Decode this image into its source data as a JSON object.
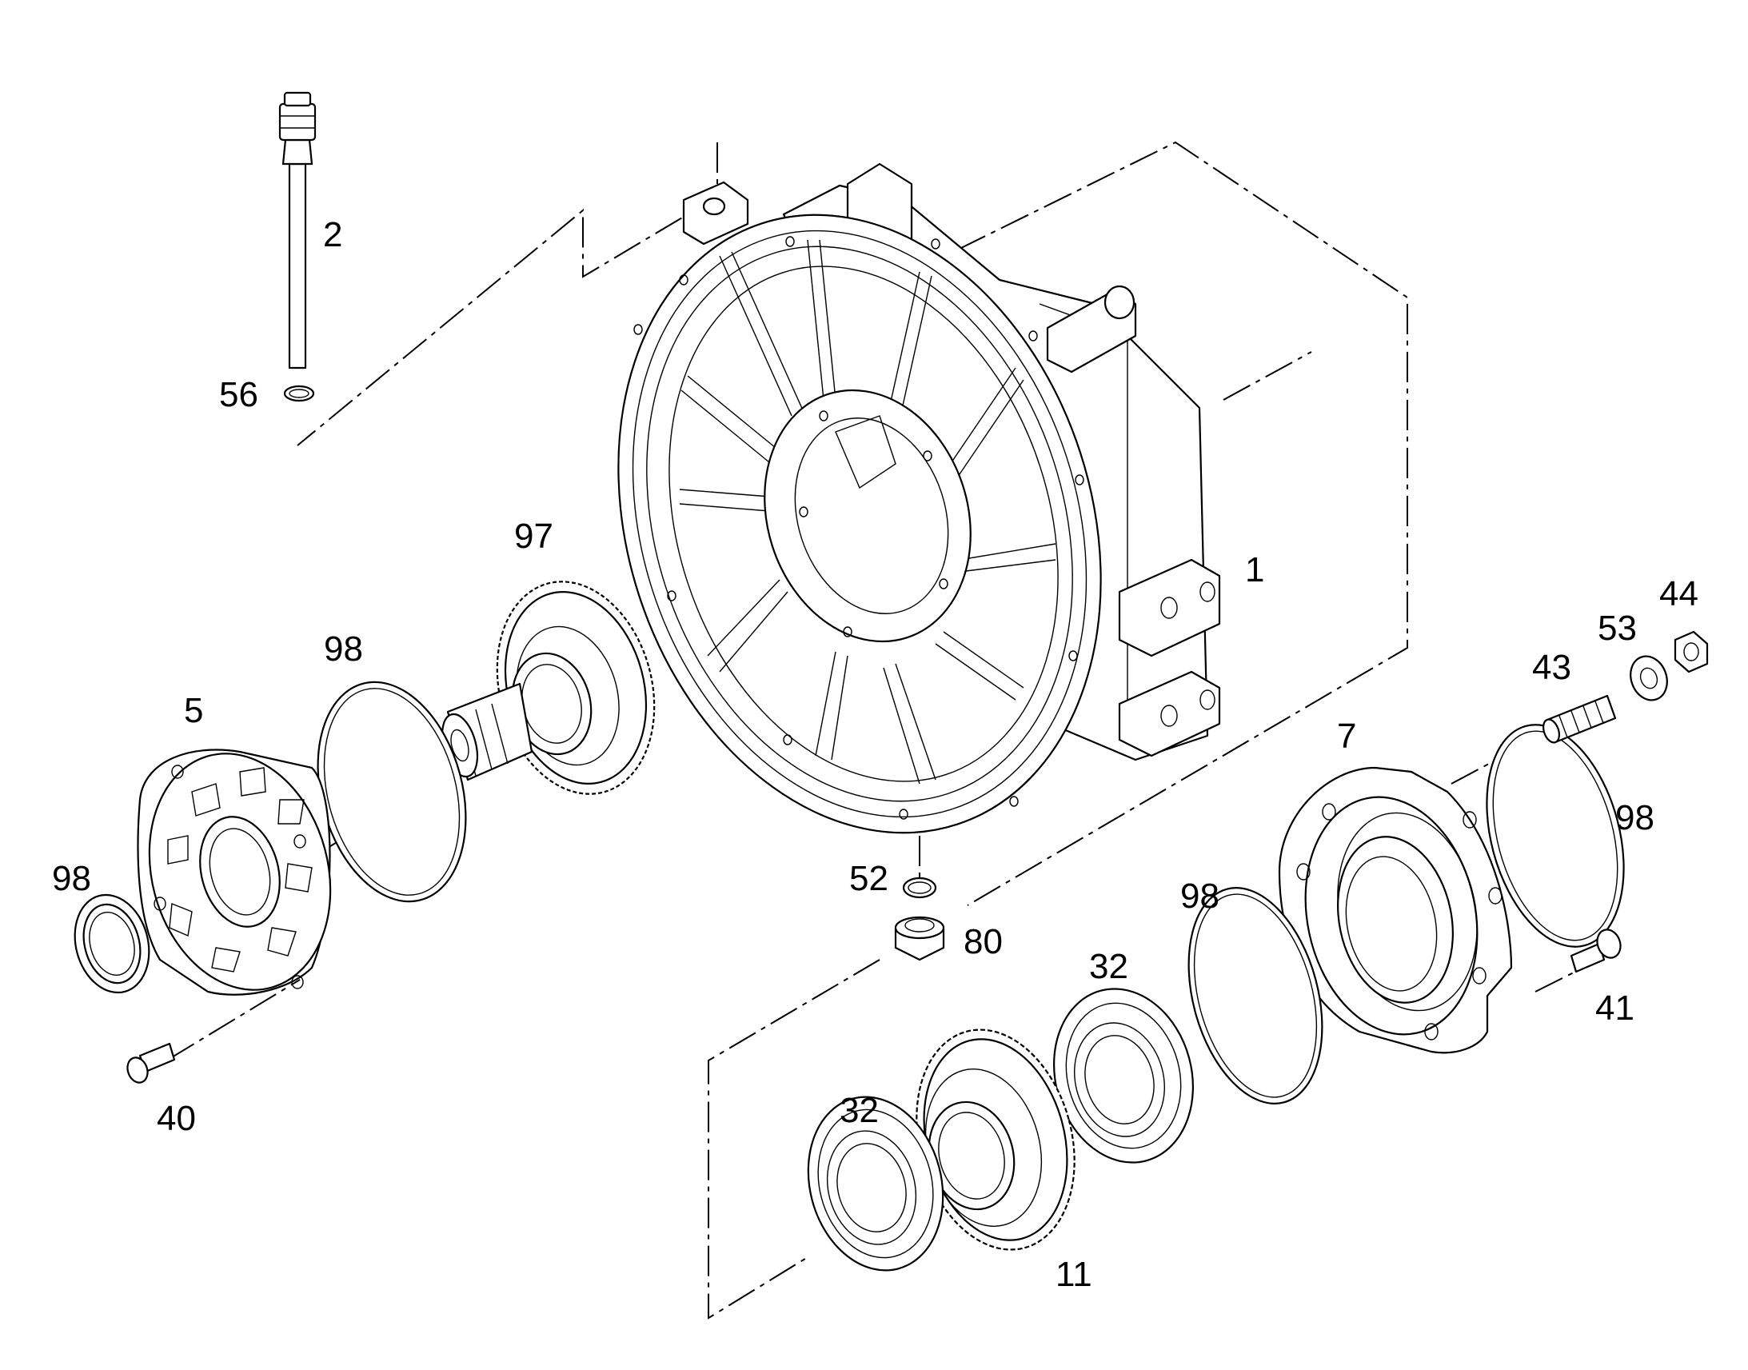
{
  "colors": {
    "line": "#000000",
    "background": "#ffffff"
  },
  "callouts": {
    "c1": "1",
    "c2": "2",
    "c5": "5",
    "c7": "7",
    "c11": "11",
    "c32a": "32",
    "c32b": "32",
    "c40": "40",
    "c41": "41",
    "c43": "43",
    "c44": "44",
    "c52": "52",
    "c53": "53",
    "c56": "56",
    "c80": "80",
    "c97": "97",
    "c98a": "98",
    "c98b": "98",
    "c98c": "98",
    "c98d": "98"
  }
}
